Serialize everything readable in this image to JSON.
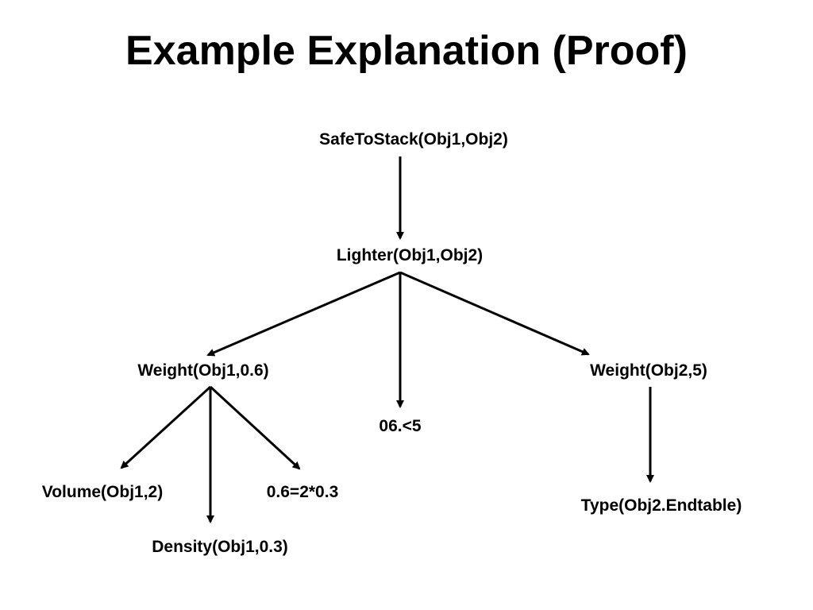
{
  "title": "Example Explanation (Proof)",
  "diagram": {
    "type": "proof-tree",
    "nodes": {
      "root": "SafeToStack(Obj1,Obj2)",
      "lighter": "Lighter(Obj1,Obj2)",
      "weight1": "Weight(Obj1,0.6)",
      "compare": "06.<5",
      "weight2": "Weight(Obj2,5)",
      "volume": "Volume(Obj1,2)",
      "density": "Density(Obj1,0.3)",
      "product": "0.6=2*0.3",
      "type2": "Type(Obj2.Endtable)"
    },
    "edges": [
      [
        "root",
        "lighter"
      ],
      [
        "lighter",
        "weight1"
      ],
      [
        "lighter",
        "compare"
      ],
      [
        "lighter",
        "weight2"
      ],
      [
        "weight1",
        "volume"
      ],
      [
        "weight1",
        "density"
      ],
      [
        "weight1",
        "product"
      ],
      [
        "weight2",
        "type2"
      ]
    ]
  }
}
